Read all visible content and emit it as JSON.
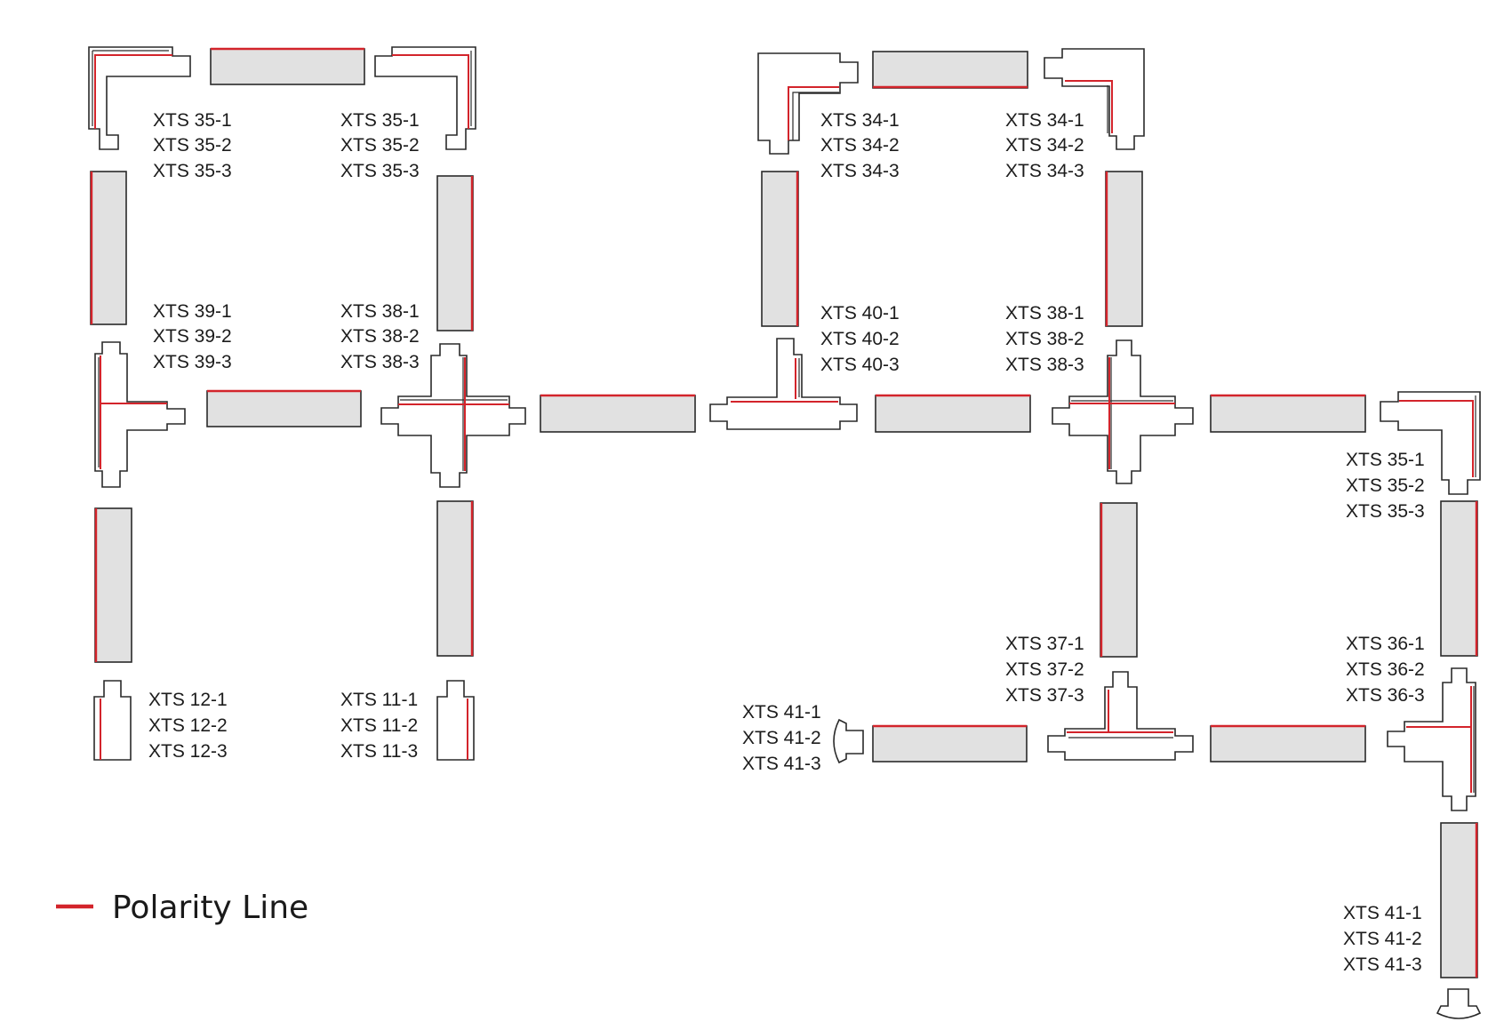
{
  "legend": {
    "label": "Polarity Line"
  },
  "colors": {
    "polarity": "#d3242b",
    "rail_fill": "#e1e1e1",
    "outline": "#2a2a2a"
  },
  "labels": {
    "g1": [
      "XTS 35-1",
      "XTS 35-2",
      "XTS 35-3"
    ],
    "g2": [
      "XTS 35-1",
      "XTS 35-2",
      "XTS 35-3"
    ],
    "g3": [
      "XTS 34-1",
      "XTS 34-2",
      "XTS 34-3"
    ],
    "g4": [
      "XTS 34-1",
      "XTS 34-2",
      "XTS 34-3"
    ],
    "g5": [
      "XTS 39-1",
      "XTS 39-2",
      "XTS 39-3"
    ],
    "g6": [
      "XTS 38-1",
      "XTS 38-2",
      "XTS 38-3"
    ],
    "g7": [
      "XTS 40-1",
      "XTS 40-2",
      "XTS 40-3"
    ],
    "g8": [
      "XTS 38-1",
      "XTS 38-2",
      "XTS 38-3"
    ],
    "g9": [
      "XTS 35-1",
      "XTS 35-2",
      "XTS 35-3"
    ],
    "g10": [
      "XTS 37-1",
      "XTS 37-2",
      "XTS 37-3"
    ],
    "g11": [
      "XTS 36-1",
      "XTS 36-2",
      "XTS 36-3"
    ],
    "g12": [
      "XTS 12-1",
      "XTS 12-2",
      "XTS 12-3"
    ],
    "g13": [
      "XTS 11-1",
      "XTS 11-2",
      "XTS 11-3"
    ],
    "g14": [
      "XTS 41-1",
      "XTS 41-2",
      "XTS 41-3"
    ],
    "g15": [
      "XTS 41-1",
      "XTS 41-2",
      "XTS 41-3"
    ]
  }
}
